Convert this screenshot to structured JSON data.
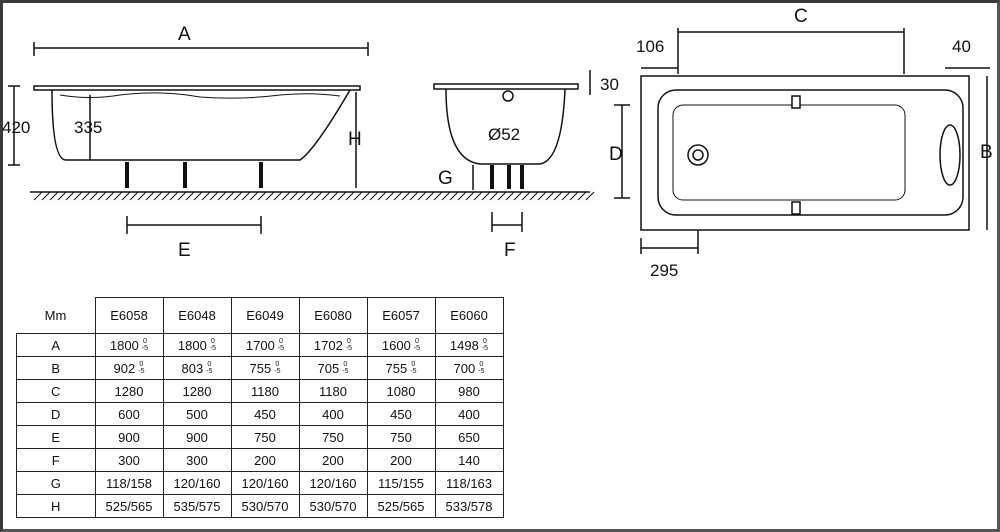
{
  "diagram": {
    "side_view": {
      "length_label": "A",
      "height_label": "H",
      "total_height": "420",
      "inner_depth": "335",
      "leg_spacing_label": "E"
    },
    "end_view": {
      "leg_label": "G",
      "drain_diameter": "Ø52",
      "rim": "30",
      "leg_spacing_label": "F"
    },
    "top_view": {
      "inner_length_label": "C",
      "offset_left": "106",
      "offset_right": "40",
      "inner_width_label": "D",
      "width_label": "B",
      "drain_offset": "295"
    }
  },
  "table": {
    "corner": "Mm",
    "models": [
      "E6058",
      "E6048",
      "E6049",
      "E6080",
      "E6057",
      "E6060"
    ],
    "tolerance": {
      "upper": "0",
      "lower": "-5"
    },
    "rows": [
      {
        "label": "A",
        "values": [
          "1800",
          "1800",
          "1700",
          "1702",
          "1600",
          "1498"
        ],
        "tol": true
      },
      {
        "label": "B",
        "values": [
          "902",
          "803",
          "755",
          "705",
          "755",
          "700"
        ],
        "tol": true
      },
      {
        "label": "C",
        "values": [
          "1280",
          "1280",
          "1180",
          "1180",
          "1080",
          "980"
        ]
      },
      {
        "label": "D",
        "values": [
          "600",
          "500",
          "450",
          "400",
          "450",
          "400"
        ]
      },
      {
        "label": "E",
        "values": [
          "900",
          "900",
          "750",
          "750",
          "750",
          "650"
        ]
      },
      {
        "label": "F",
        "values": [
          "300",
          "300",
          "200",
          "200",
          "200",
          "140"
        ]
      },
      {
        "label": "G",
        "values": [
          "118/158",
          "120/160",
          "120/160",
          "120/160",
          "115/155",
          "118/163"
        ]
      },
      {
        "label": "H",
        "values": [
          "525/565",
          "535/575",
          "530/570",
          "530/570",
          "525/565",
          "533/578"
        ]
      }
    ]
  }
}
